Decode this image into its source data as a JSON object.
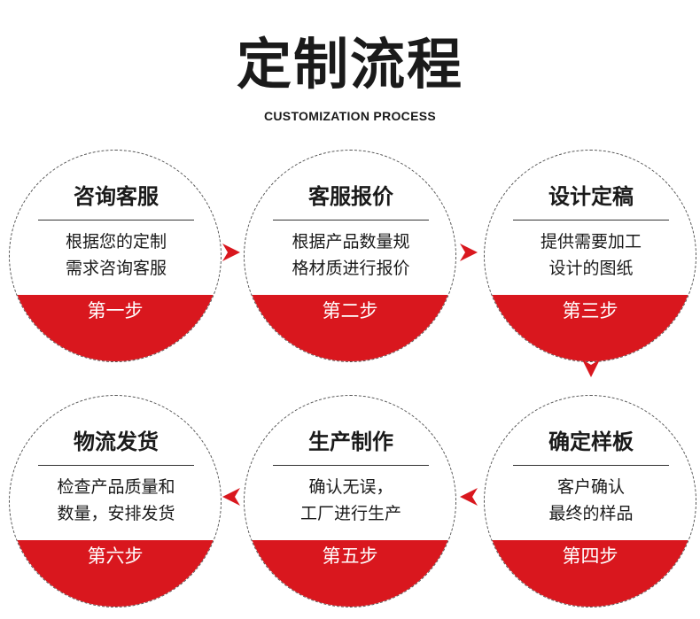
{
  "header": {
    "title": "定制流程",
    "subtitle": "CUSTOMIZATION PROCESS"
  },
  "steps": [
    {
      "title": "咨询客服",
      "lines": [
        "根据您的定制",
        "需求咨询客服"
      ],
      "label": "第一步"
    },
    {
      "title": "客服报价",
      "lines": [
        "根据产品数量规",
        "格材质进行报价"
      ],
      "label": "第二步"
    },
    {
      "title": "设计定稿",
      "lines": [
        "提供需要加工",
        "设计的图纸"
      ],
      "label": "第三步"
    },
    {
      "title": "确定样板",
      "lines": [
        "客户确认",
        "最终的样品"
      ],
      "label": "第四步"
    },
    {
      "title": "生产制作",
      "lines": [
        "确认无误，",
        "工厂进行生产"
      ],
      "label": "第五步"
    },
    {
      "title": "物流发货",
      "lines": [
        "检查产品质量和",
        "数量，安排发货"
      ],
      "label": "第六步"
    }
  ],
  "colors": {
    "accent": "#d9171e",
    "text": "#1a1a1a"
  },
  "icons": {
    "arrow_right": "arrow-right-icon",
    "arrow_left": "arrow-left-icon",
    "arrow_down": "arrow-down-icon"
  }
}
